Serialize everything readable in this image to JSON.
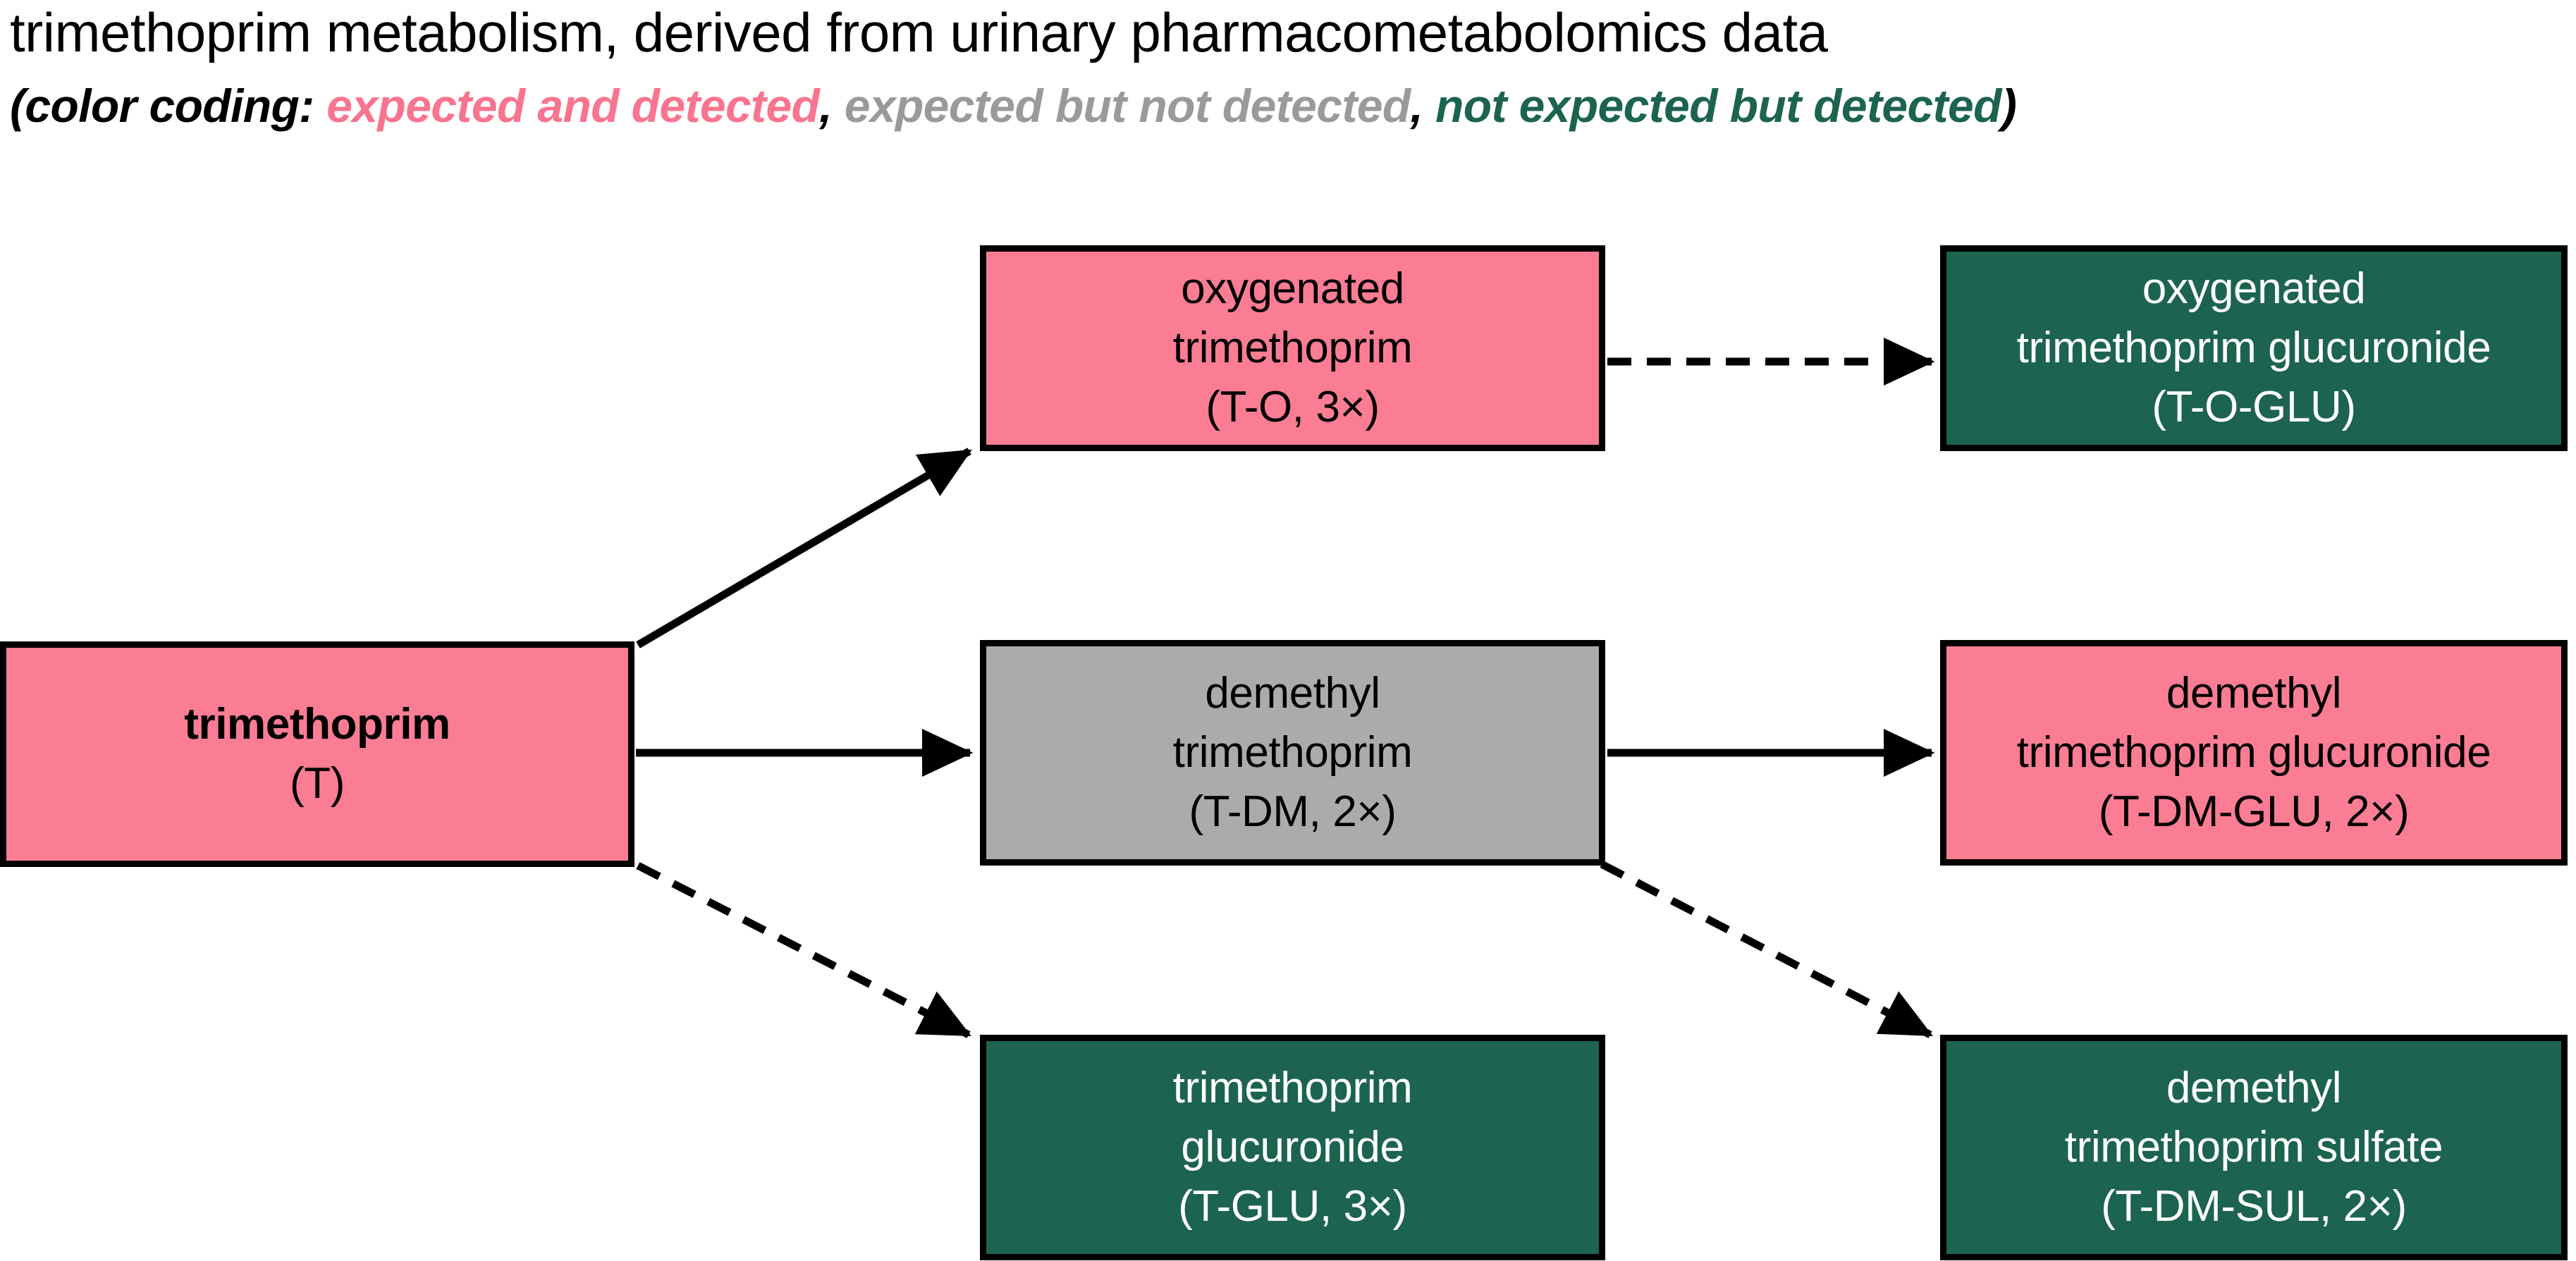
{
  "title": "trimethoprim metabolism, derived from urinary pharmacometabolomics data",
  "legend": {
    "prefix": "(color coding: ",
    "items": [
      {
        "label": "expected and detected",
        "color": "#F9748E",
        "key": "expected-and-detected"
      },
      {
        "label": "expected but not detected",
        "color": "#9A9A9A",
        "key": "expected-but-not-detected"
      },
      {
        "label": "not expected but detected",
        "color": "#1C6350",
        "key": "not-expected-but-detected"
      }
    ],
    "sep1": ", ",
    "sep2": ", ",
    "suffix": ")"
  },
  "colors": {
    "pink": "#FA7D93",
    "gray": "#ABABAB",
    "green": "#1C6350",
    "border": "#000000",
    "background": "#FFFFFF"
  },
  "nodes": [
    {
      "id": "T",
      "status": "expected and detected",
      "fill": "#FA7D93",
      "lines": [
        "trimethoprim",
        "(T)"
      ],
      "line1": "trimethoprim",
      "line2": "(T)",
      "line3": ""
    },
    {
      "id": "T-O",
      "status": "expected and detected",
      "fill": "#FA7D93",
      "lines": [
        "oxygenated",
        "trimethoprim",
        "(T-O, 3×)"
      ],
      "line1": "oxygenated",
      "line2": "trimethoprim",
      "line3": "(T-O, 3×)"
    },
    {
      "id": "T-O-GLU",
      "status": "not expected but detected",
      "fill": "#1C6350",
      "lines": [
        "oxygenated",
        "trimethoprim glucuronide",
        "(T-O-GLU)"
      ],
      "line1": "oxygenated",
      "line2": "trimethoprim glucuronide",
      "line3": "(T-O-GLU)"
    },
    {
      "id": "T-DM",
      "status": "expected but not detected",
      "fill": "#ABABAB",
      "lines": [
        "demethyl",
        "trimethoprim",
        "(T-DM, 2×)"
      ],
      "line1": "demethyl",
      "line2": "trimethoprim",
      "line3": "(T-DM, 2×)"
    },
    {
      "id": "T-DM-GLU",
      "status": "expected and detected",
      "fill": "#FA7D93",
      "lines": [
        "demethyl",
        "trimethoprim glucuronide",
        "(T-DM-GLU, 2×)"
      ],
      "line1": "demethyl",
      "line2": "trimethoprim glucuronide",
      "line3": "(T-DM-GLU, 2×)"
    },
    {
      "id": "T-GLU",
      "status": "not expected but detected",
      "fill": "#1C6350",
      "lines": [
        "trimethoprim",
        "glucuronide",
        "(T-GLU, 3×)"
      ],
      "line1": "trimethoprim",
      "line2": "glucuronide",
      "line3": "(T-GLU, 3×)"
    },
    {
      "id": "T-DM-SUL",
      "status": "not expected but detected",
      "fill": "#1C6350",
      "lines": [
        "demethyl",
        "trimethoprim sulfate",
        "(T-DM-SUL, 2×)"
      ],
      "line1": "demethyl",
      "line2": "trimethoprim sulfate",
      "line3": "(T-DM-SUL, 2×)"
    }
  ],
  "edges": [
    {
      "from": "T",
      "to": "T-O",
      "style": "solid"
    },
    {
      "from": "T",
      "to": "T-DM",
      "style": "solid"
    },
    {
      "from": "T",
      "to": "T-GLU",
      "style": "dashed"
    },
    {
      "from": "T-O",
      "to": "T-O-GLU",
      "style": "dashed"
    },
    {
      "from": "T-DM",
      "to": "T-DM-GLU",
      "style": "solid"
    },
    {
      "from": "T-DM",
      "to": "T-DM-SUL",
      "style": "dashed"
    }
  ]
}
